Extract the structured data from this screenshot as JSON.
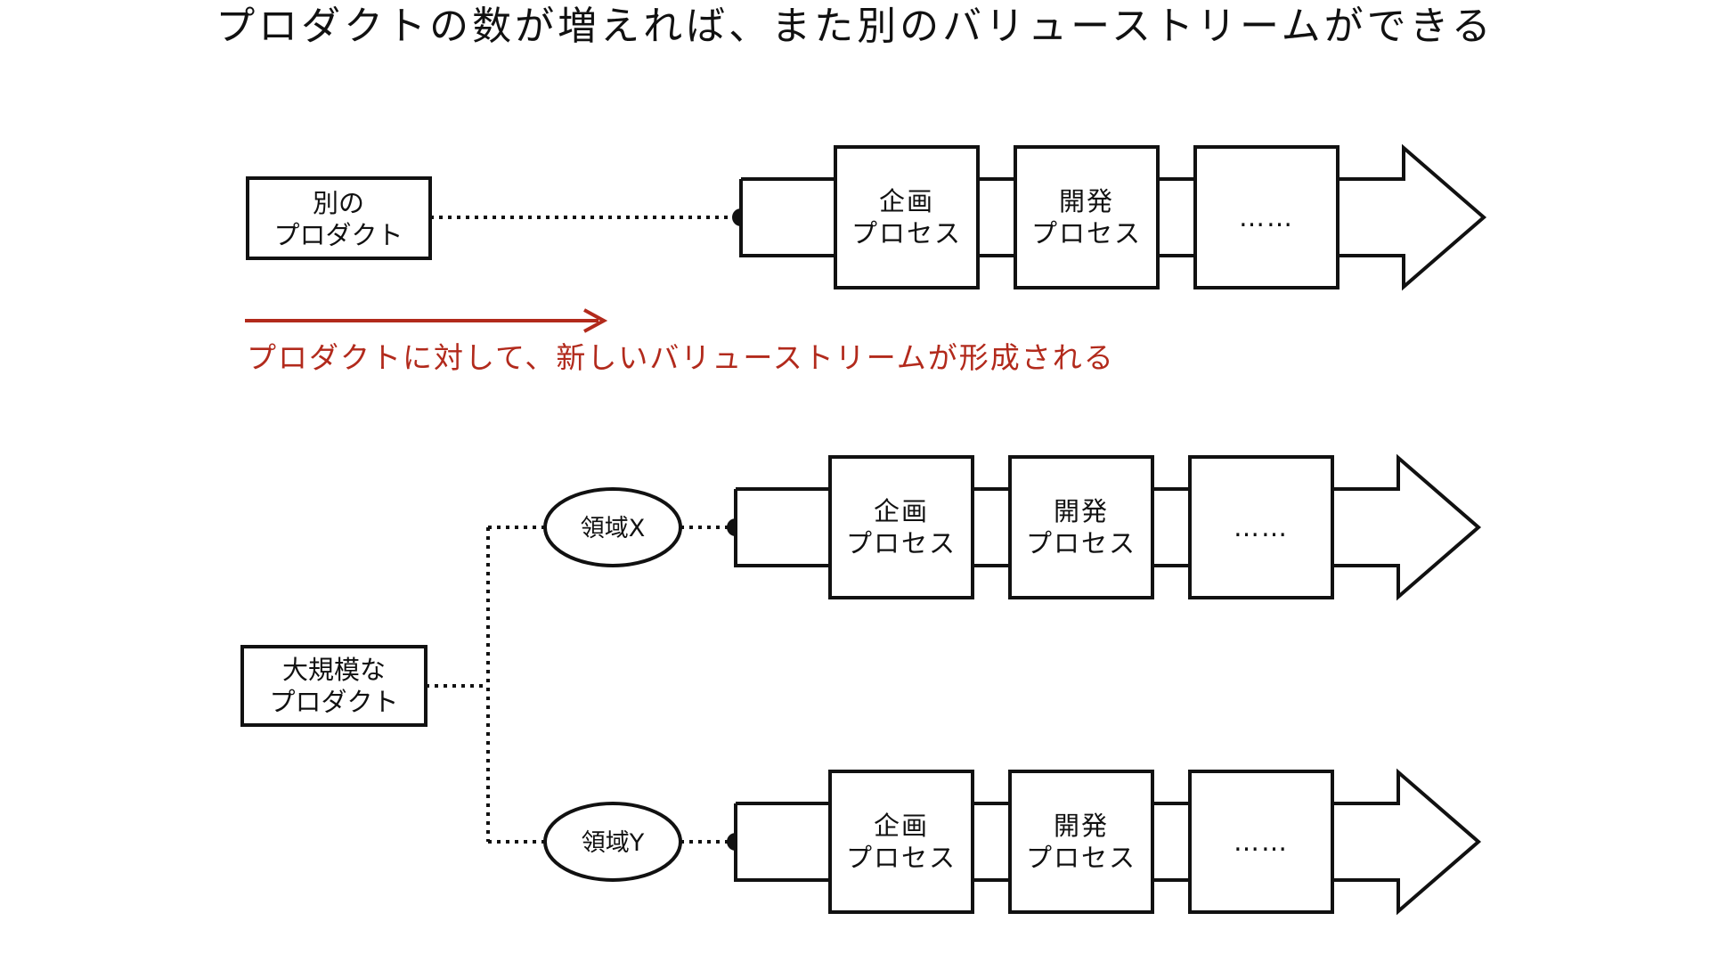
{
  "title": "プロダクトの数が増えれば、また別のバリューストリームができる",
  "colors": {
    "ink": "#111111",
    "accent": "#b22a1c",
    "background": "#ffffff"
  },
  "top": {
    "product_lines": [
      "別の",
      "プロダクト"
    ],
    "processes": [
      {
        "lines": [
          "企画",
          "プロセス"
        ]
      },
      {
        "lines": [
          "開発",
          "プロセス"
        ]
      },
      {
        "lines": [
          "……"
        ]
      }
    ]
  },
  "caption": "プロダクトに対して、新しいバリューストリームが形成される",
  "bottom": {
    "product_lines": [
      "大規模な",
      "プロダクト"
    ],
    "domains": [
      {
        "label": "領域X",
        "processes": [
          {
            "lines": [
              "企画",
              "プロセス"
            ]
          },
          {
            "lines": [
              "開発",
              "プロセス"
            ]
          },
          {
            "lines": [
              "……"
            ]
          }
        ]
      },
      {
        "label": "領域Y",
        "processes": [
          {
            "lines": [
              "企画",
              "プロセス"
            ]
          },
          {
            "lines": [
              "開発",
              "プロセス"
            ]
          },
          {
            "lines": [
              "……"
            ]
          }
        ]
      }
    ]
  }
}
